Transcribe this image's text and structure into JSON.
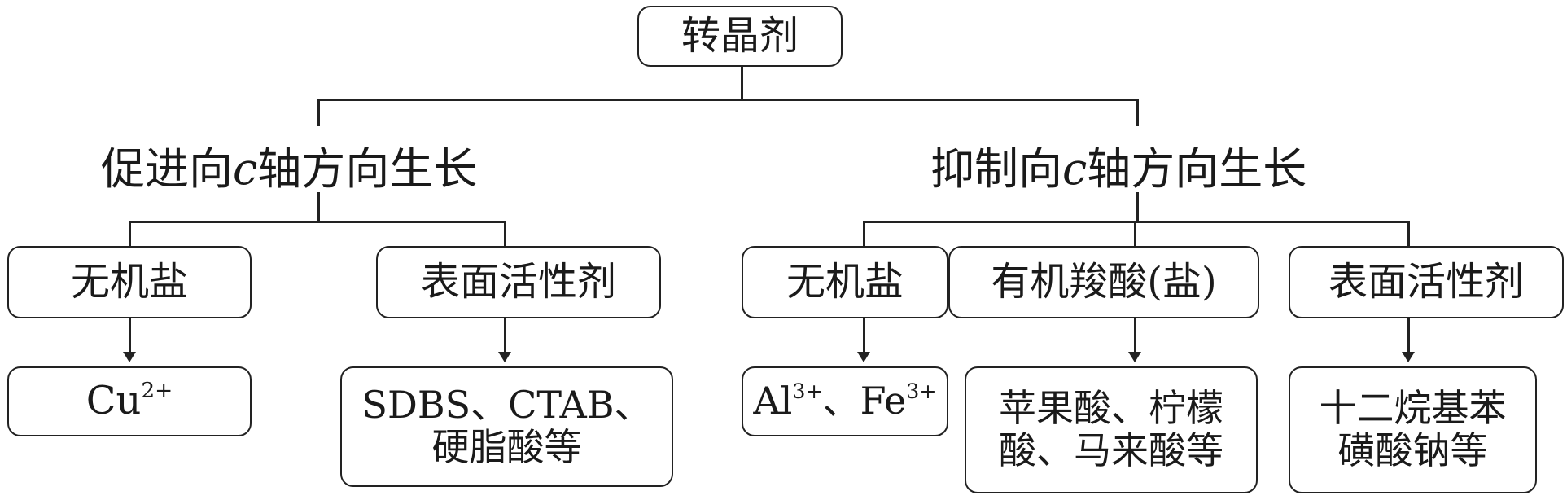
{
  "root": {
    "label": "转晶剂"
  },
  "branches": [
    {
      "label_before": "促进向",
      "label_italic": "c",
      "label_after": "轴方向生长",
      "categories": [
        {
          "label": "无机盐",
          "example_base": "Cu",
          "example_sup": "2+"
        },
        {
          "label": "表面活性剂",
          "example_line1": "SDBS、CTAB、",
          "example_line2": "硬脂酸等"
        }
      ]
    },
    {
      "label_before": "抑制向",
      "label_italic": "c",
      "label_after": "轴方向生长",
      "categories": [
        {
          "label": "无机盐",
          "example_al": "Al",
          "example_al_sup": "3+",
          "example_sep": "、",
          "example_fe": "Fe",
          "example_fe_sup": "3+"
        },
        {
          "label": "有机羧酸(盐)",
          "example_line1": "苹果酸、柠檬",
          "example_line2": "酸、马来酸等"
        },
        {
          "label": "表面活性剂",
          "example_line1": "十二烷基苯",
          "example_line2": "磺酸钠等"
        }
      ]
    }
  ]
}
